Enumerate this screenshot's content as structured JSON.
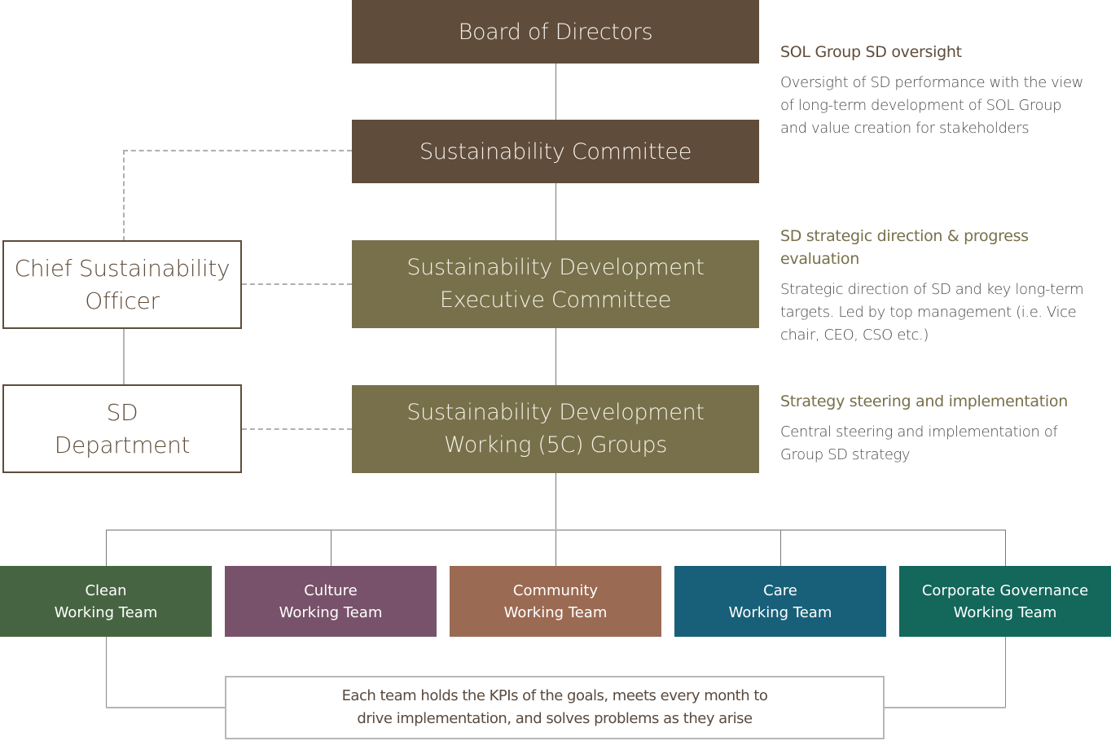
{
  "colors": {
    "board_brown": "#5f4c3a",
    "olive": "#77704b",
    "clean": "#476442",
    "culture": "#78526a",
    "community": "#9b6a53",
    "care": "#186079",
    "corporate_governance": "#13675b",
    "title_brown": "#5f4c3a",
    "title_olive": "#77704b"
  },
  "hierarchy": {
    "board": "Board of Directors",
    "committee": "Sustainability Committee",
    "executive": [
      "Sustainability Development",
      "Executive Committee"
    ],
    "working_groups": [
      "Sustainability Development",
      "Working (5C) Groups"
    ]
  },
  "side_units": {
    "cso": [
      "Chief Sustainability",
      "Officer"
    ],
    "sd_department": [
      "SD",
      "Department"
    ]
  },
  "descriptions": [
    {
      "title": "SOL Group SD oversight",
      "text": [
        "Oversight of SD performance with the view",
        "of long-term development of SOL Group",
        "and value creation for stakeholders"
      ]
    },
    {
      "title": [
        "SD strategic direction & progress",
        "evaluation"
      ],
      "text": [
        "Strategic direction of SD and key long-term",
        "targets. Led by top management (i.e. Vice",
        "chair, CEO, CSO etc.)"
      ]
    },
    {
      "title": "Strategy steering and implementation",
      "text": [
        "Central steering and implementation of",
        "Group SD strategy"
      ]
    }
  ],
  "teams": [
    {
      "name": "Clean",
      "suffix": "Working Team"
    },
    {
      "name": "Culture",
      "suffix": "Working Team"
    },
    {
      "name": "Community",
      "suffix": "Working Team"
    },
    {
      "name": "Care",
      "suffix": "Working Team"
    },
    {
      "name": "Corporate Governance",
      "suffix": "Working Team"
    }
  ],
  "note": [
    "Each team holds the KPIs of the goals, meets every month to",
    "drive implementation, and solves problems as they arise"
  ]
}
